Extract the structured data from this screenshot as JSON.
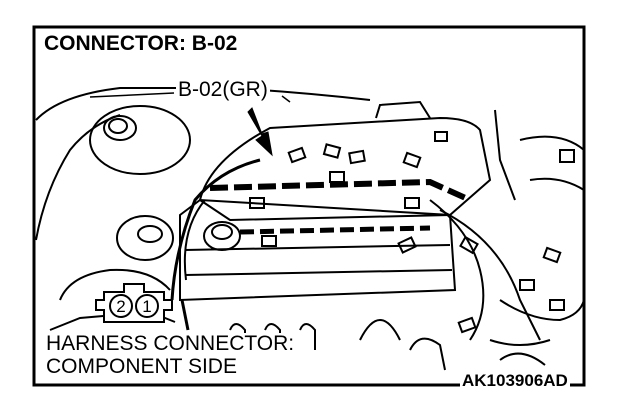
{
  "title": "CONNECTOR: B-02",
  "callout_label": "B-02(GR)",
  "harness_label_line1": "HARNESS CONNECTOR:",
  "harness_label_line2": "COMPONENT SIDE",
  "connector_pins": [
    "2",
    "1"
  ],
  "figure_code": "AK103906AD"
}
